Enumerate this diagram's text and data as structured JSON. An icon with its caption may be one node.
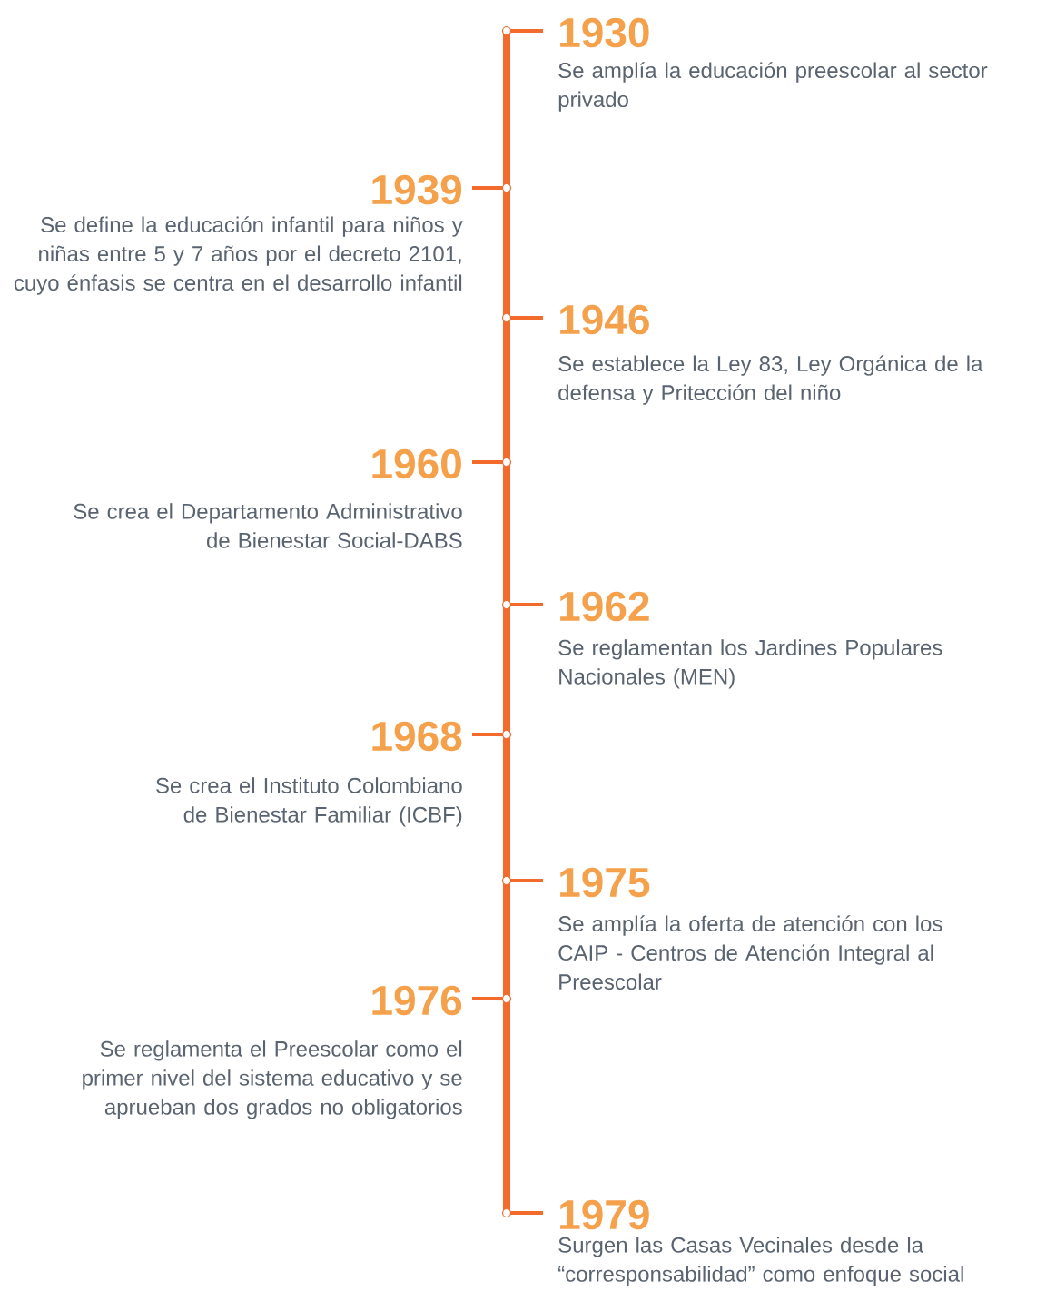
{
  "diagram": {
    "labels": [
      "1930",
      "Se amplía la educación preescolar al sector privado",
      "1939",
      "Se define la educación infantil para niños y niñas entre 5 y 7 años por el decreto 2101, cuyo énfasis se centra en el desarrollo infantil",
      "1946",
      "Se establece la Ley 83, Ley Orgánica de la defensa y Pritección del niño",
      "1960",
      "Se crea el Departamento Administrativo de Bienestar Social-DABS",
      "1962",
      "Se reglamentan los Jardines Populares Nacionales (MEN)",
      "1968",
      "Se crea el Instituto Colombiano de Bienestar Familiar (ICBF)",
      "1975",
      "Se amplía la oferta de atención con los CAIP - Centros de Atención Integral al Preescolar",
      "1976",
      "Se reglamenta el Preescolar como el primer nivel del sistema educativo y se aprueban dos grados no obligatorios",
      "1979",
      "Surgen las Casas Vecinales desde la “corresponsabilidad” como enfoque social"
    ]
  }
}
